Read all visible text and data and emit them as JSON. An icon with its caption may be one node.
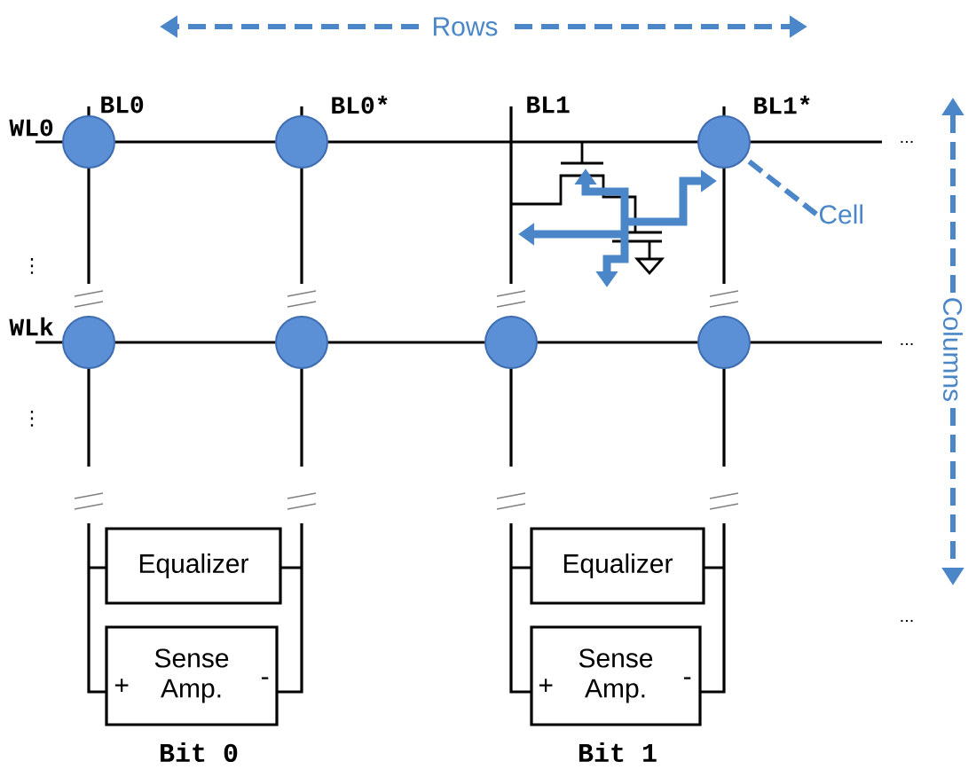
{
  "diagram": {
    "nodes": [
      {
        "text": [],
        "shape": "circle"
      },
      {
        "text": [],
        "shape": "circle"
      },
      {
        "text": [],
        "shape": "circle"
      },
      {
        "text": [
          "Cell"
        ]
      },
      {
        "text": [],
        "shape": "circle"
      },
      {
        "text": [],
        "shape": "circle"
      },
      {
        "text": [],
        "shape": "circle"
      },
      {
        "text": [],
        "shape": "circle"
      },
      {
        "text": [
          "Equalizer"
        ]
      },
      {
        "text": [
          "+",
          "Sense Amp.",
          "-"
        ]
      },
      {
        "text": [
          "Equalizer"
        ]
      },
      {
        "text": [
          "+",
          "Sense Amp.",
          "-"
        ]
      }
    ],
    "edges": [
      {
        "from": 3,
        "to": 2,
        "arrow": "none",
        "style": "dashed",
        "color": "#4a86c8"
      }
    ],
    "labels": [
      "Rows",
      "WL0",
      "BL0",
      "BL0*",
      "BL1",
      "BL1*",
      "...",
      "Columns",
      "⋮",
      "WLk",
      "...",
      "⋮",
      "...",
      "Bit 0",
      "Bit 1"
    ]
  }
}
